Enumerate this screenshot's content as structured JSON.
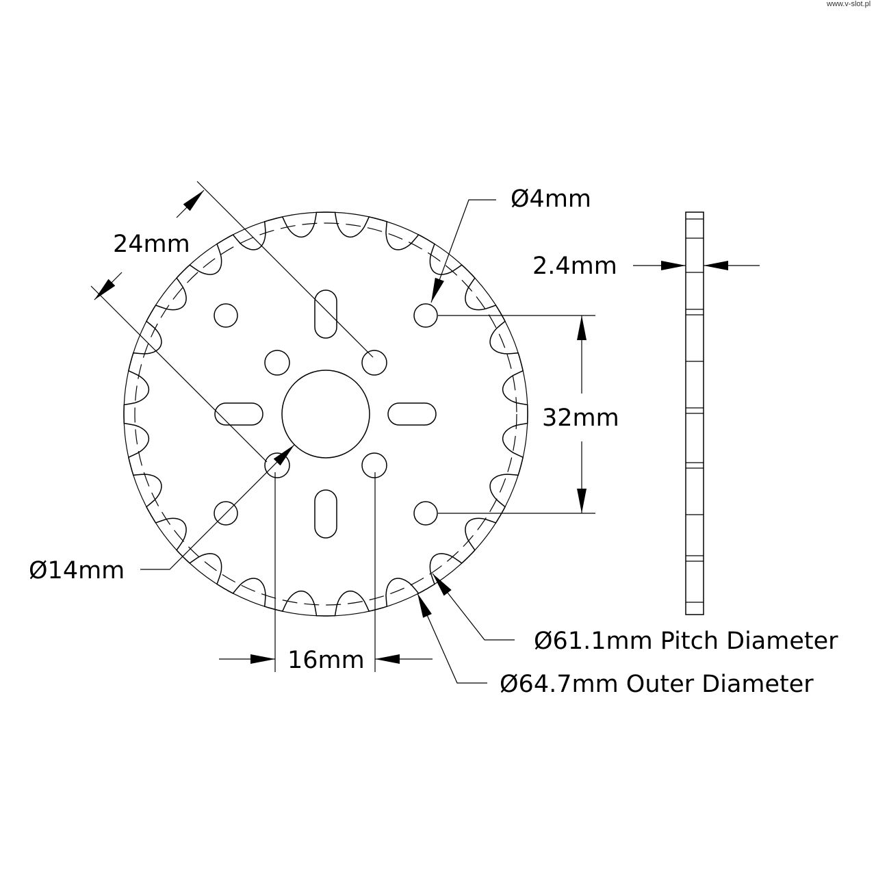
{
  "watermark": "www.v-slot.pl",
  "part": {
    "teeth": 24
  },
  "dimensions": {
    "center_to_center": "24mm",
    "mount_hole": "Ø4mm",
    "thickness": "2.4mm",
    "hole_spacing_vertical": "32mm",
    "bore": "Ø14mm",
    "hole_spacing_horizontal": "16mm",
    "pitch_diameter": "Ø61.1mm Pitch Diameter",
    "outer_diameter": "Ø64.7mm Outer Diameter"
  },
  "colors": {
    "line": "#000000",
    "background": "#ffffff"
  }
}
